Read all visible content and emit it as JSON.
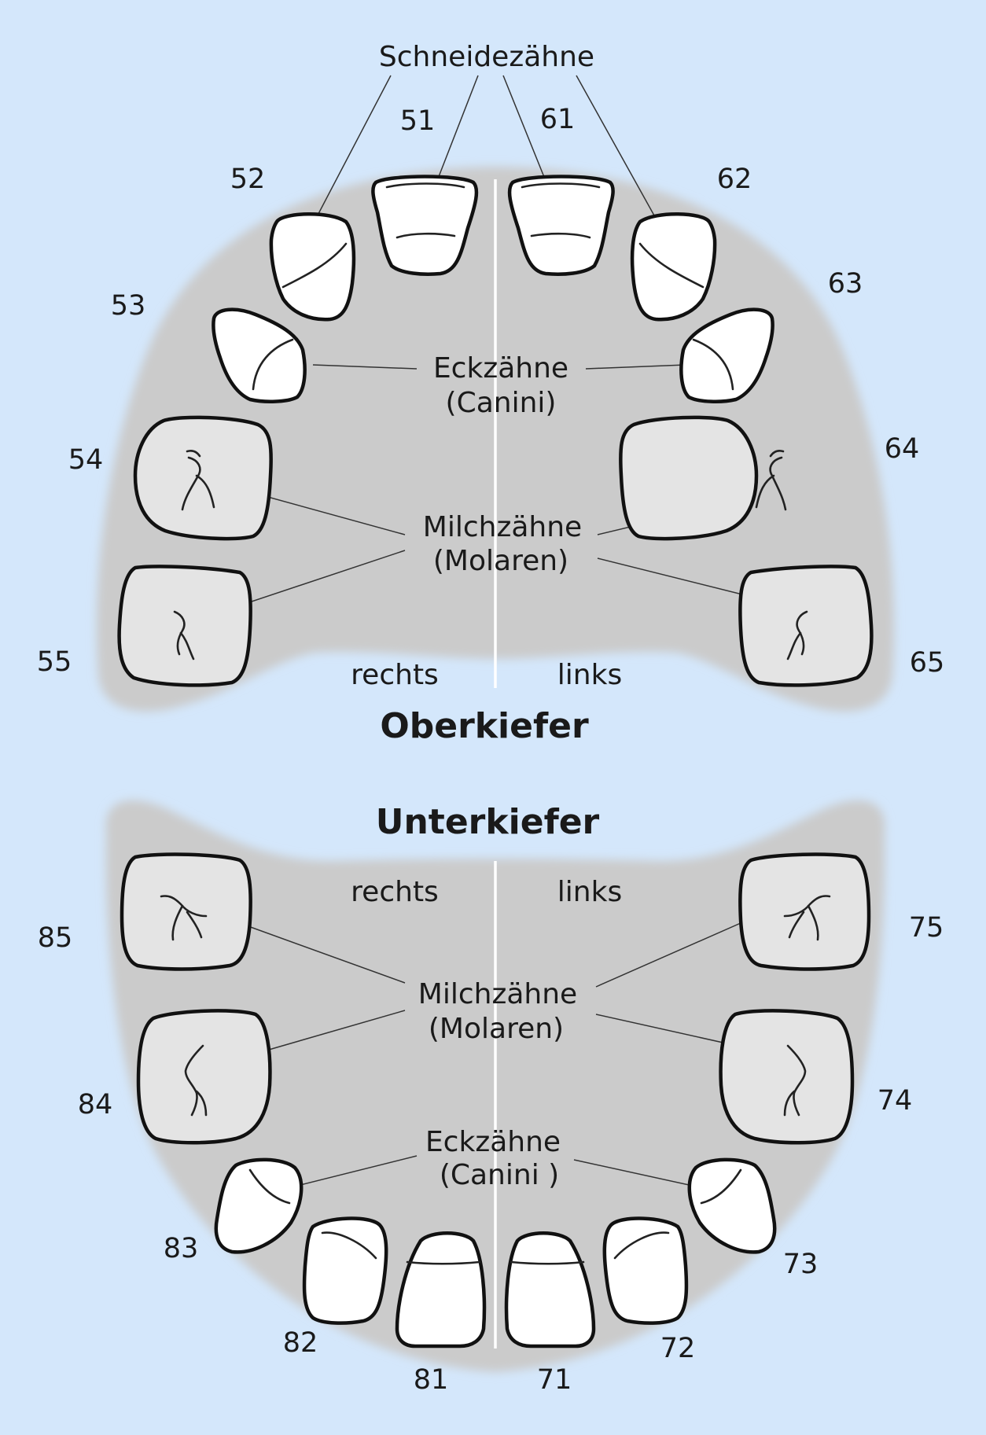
{
  "colors": {
    "background": "#d4e7fb",
    "gum": "#cbcbcb",
    "tooth_fill": "#ffffff",
    "molar_fill": "#e4e4e4",
    "outline": "#111111"
  },
  "upper": {
    "title": "Oberkiefer",
    "incisors_label": "Schneidezähne",
    "canines_label_line1": "Eckzähne",
    "canines_label_line2": "(Canini)",
    "molars_label_line1": "Milchzähne",
    "molars_label_line2": "(Molaren)",
    "side_right": "rechts",
    "side_left": "links",
    "teeth": {
      "t51": "51",
      "t52": "52",
      "t53": "53",
      "t54": "54",
      "t55": "55",
      "t61": "61",
      "t62": "62",
      "t63": "63",
      "t64": "64",
      "t65": "65"
    }
  },
  "lower": {
    "title": "Unterkiefer",
    "canines_label_line1": "Eckzähne",
    "canines_label_line2": "(Canini )",
    "molars_label_line1": "Milchzähne",
    "molars_label_line2": "(Molaren)",
    "side_right": "rechts",
    "side_left": "links",
    "teeth": {
      "t71": "71",
      "t72": "72",
      "t73": "73",
      "t74": "74",
      "t75": "75",
      "t81": "81",
      "t82": "82",
      "t83": "83",
      "t84": "84",
      "t85": "85"
    }
  }
}
